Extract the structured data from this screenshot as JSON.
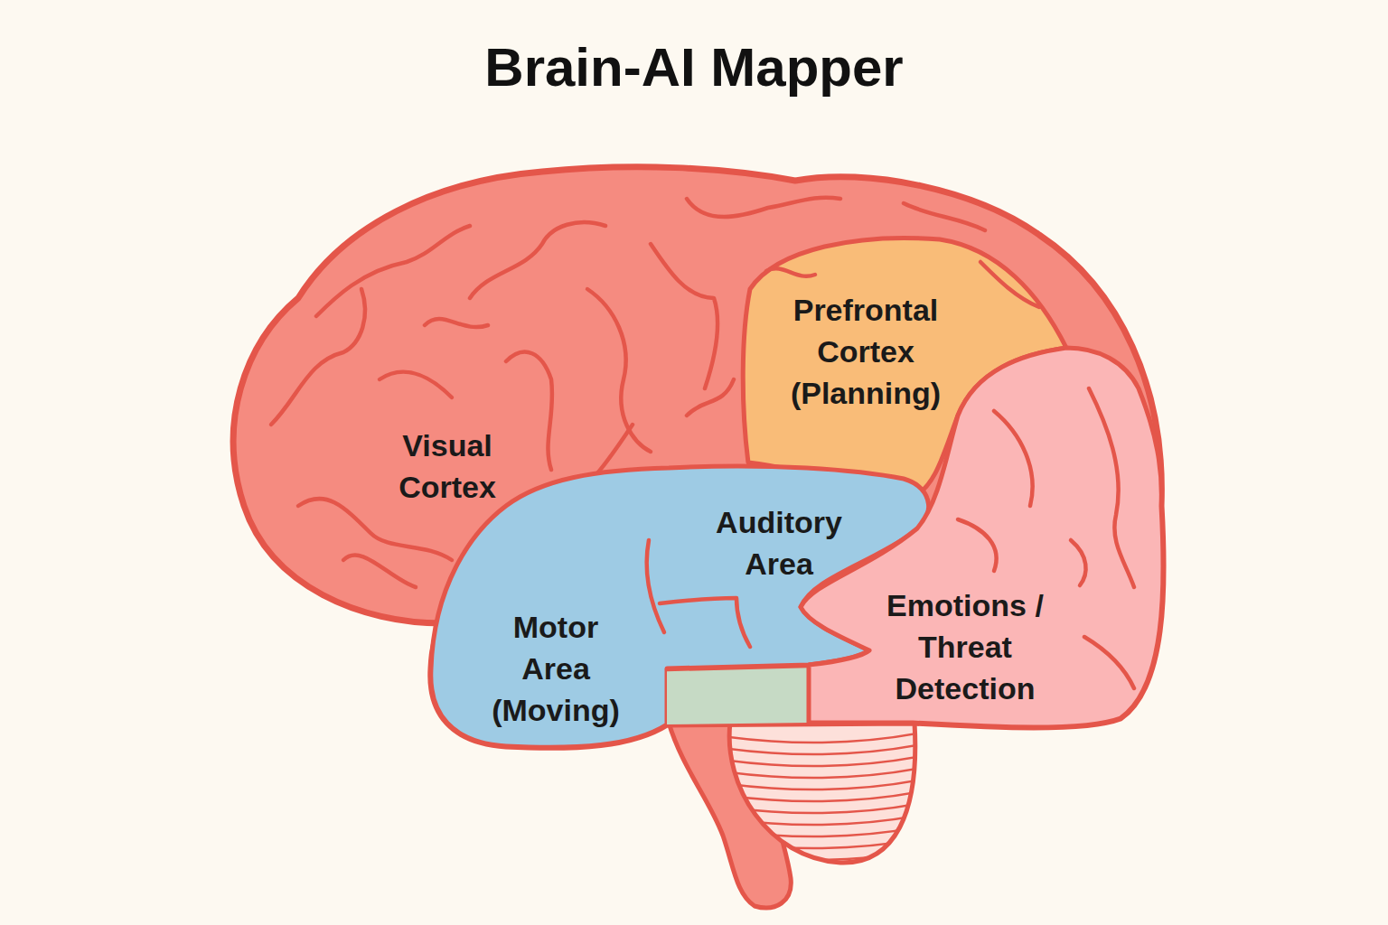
{
  "diagram": {
    "title": "Brain-AI Mapper",
    "nodes": [
      {
        "text": [
          "Prefrontal Cortex (Planning)"
        ]
      },
      {
        "text": [
          "Auditory Area",
          "Motor Area (Moving)"
        ]
      },
      {
        "text": [
          "Emotions / Threat Detection"
        ]
      }
    ],
    "labels": [
      "Visual Cortex"
    ]
  }
}
